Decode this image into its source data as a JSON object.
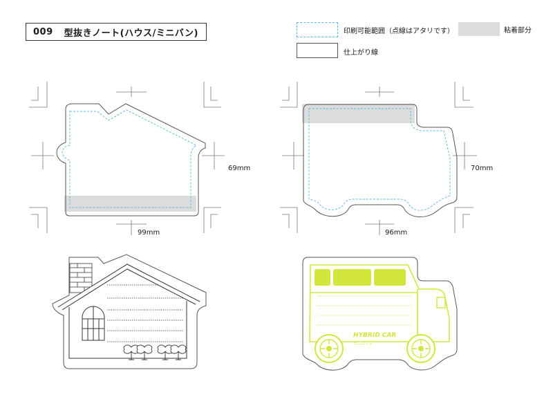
{
  "title": {
    "code": "009",
    "name": "型抜きノート(ハウス/ミニバン)"
  },
  "legend": {
    "print_area": "印刷可能範囲（点線はアタリです）",
    "adhesive": "粘着部分",
    "trim_line": "仕上がり線"
  },
  "dimensions": {
    "house_height": "69mm",
    "house_width": "99mm",
    "van_height": "70mm",
    "van_width": "96mm"
  },
  "van_labels": {
    "brand": "HYBRID CAR",
    "model": "ミニバン"
  },
  "colors": {
    "trim": "#555555",
    "print_area": "#5bb5e0",
    "adhesive": "#dcdcdc",
    "van_accent": "#d2e63c",
    "lines": "#333333"
  }
}
